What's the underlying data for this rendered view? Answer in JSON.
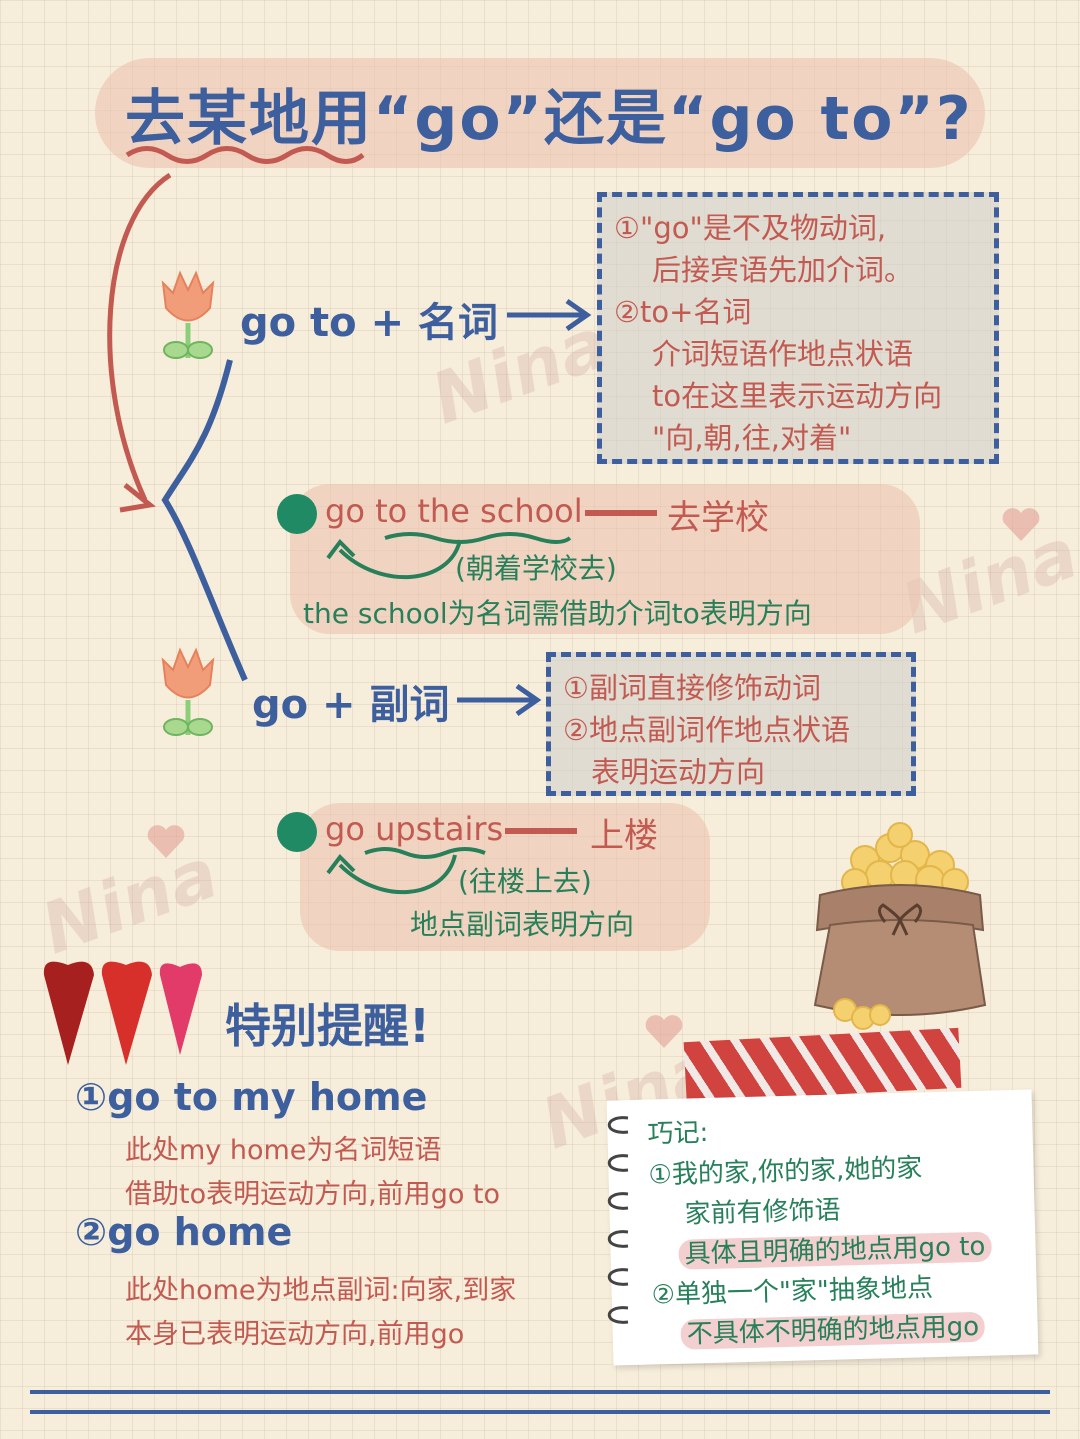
{
  "title": "去某地用“go”还是“go to”?",
  "section1": {
    "formula": "go to + 名词",
    "box_lines": [
      "①\"go\"是不及物动词,",
      "后接宾语先加介词。",
      "②to+名词",
      "介词短语作地点状语",
      "to在这里表示运动方向",
      "\"向,朝,往,对着\""
    ],
    "example": {
      "phrase": "go to the school",
      "meaning": "去学校",
      "paraphrase": "(朝着学校去)",
      "note": "the school为名词需借助介词to表明方向"
    }
  },
  "section2": {
    "formula": "go + 副词",
    "box_lines": [
      "①副词直接修饰动词",
      "②地点副词作地点状语",
      "表明运动方向"
    ],
    "example": {
      "phrase": "go upstairs",
      "meaning": "上楼",
      "paraphrase": "(往楼上去)",
      "note": "地点副词表明方向"
    }
  },
  "reminder": {
    "title": "特别提醒!",
    "items": [
      {
        "num": "①",
        "phrase": "go to my home",
        "lines": [
          "此处my home为名词短语",
          "借助to表明运动方向,前用go to"
        ]
      },
      {
        "num": "②",
        "phrase": "go home",
        "lines": [
          "此处home为地点副词:向家,到家",
          "本身已表明运动方向,前用go"
        ]
      }
    ]
  },
  "note": {
    "heading": "巧记:",
    "lines": [
      "①我的家,你的家,她的家",
      "家前有修饰语",
      "具体且明确的地点用go to",
      "②单独一个\"家\"抽象地点",
      "不具体不明确的地点用go"
    ]
  },
  "watermark": "Nina",
  "colors": {
    "blue": "#3d5f9e",
    "red": "#c25a52",
    "green": "#27805a",
    "background": "#f7eddb"
  }
}
